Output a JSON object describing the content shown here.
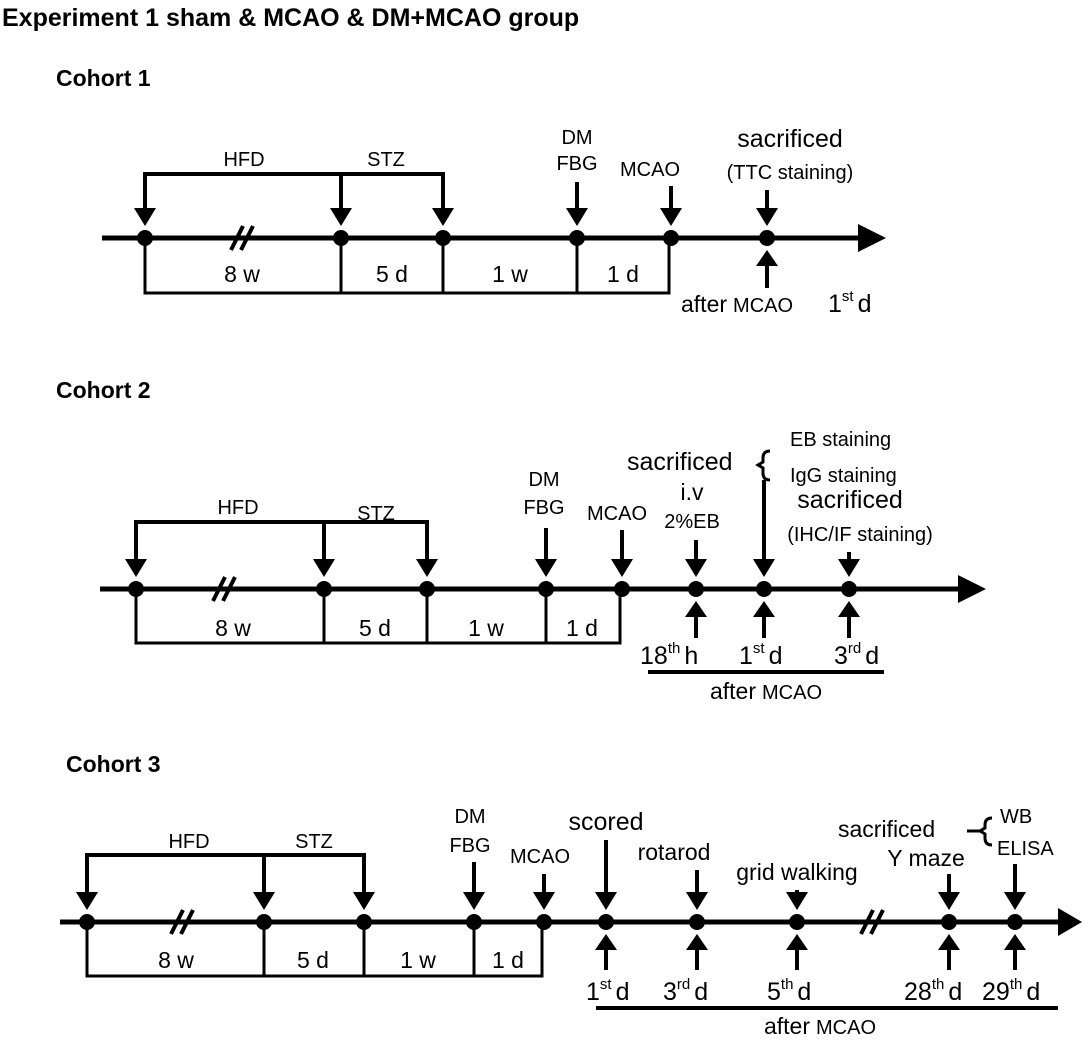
{
  "title": "Experiment 1 sham & MCAO & DM+MCAO group",
  "cohorts": [
    {
      "name": "Cohort 1",
      "labels": {
        "hfd": "HFD",
        "stz": "STZ",
        "dm": "DM",
        "fbg": "FBG",
        "mcao": "MCAO",
        "sacrificed": "sacrificed",
        "ttc": "(TTC staining)"
      },
      "intervals": [
        "8 w",
        "5 d",
        "1 w",
        "1 d"
      ],
      "after": "after",
      "after_mcao": "MCAO",
      "time_points": [
        {
          "n": "1",
          "sup": "st",
          "u": "d"
        }
      ]
    },
    {
      "name": "Cohort 2",
      "labels": {
        "hfd": "HFD",
        "stz": "STZ",
        "dm": "DM",
        "fbg": "FBG",
        "mcao": "MCAO",
        "sacrificed1": "sacrificed",
        "eb_staining": "EB staining",
        "igg_staining": "IgG staining",
        "iv": "i.v",
        "eb": "2%EB",
        "sacrificed2": "sacrificed",
        "ihc": "(IHC/IF staining)"
      },
      "intervals": [
        "8 w",
        "5 d",
        "1 w",
        "1 d"
      ],
      "after": "after",
      "after_mcao": "MCAO",
      "time_points": [
        {
          "n": "18",
          "sup": "th",
          "u": "h"
        },
        {
          "n": "1",
          "sup": "st",
          "u": "d"
        },
        {
          "n": "3",
          "sup": "rd",
          "u": "d"
        }
      ]
    },
    {
      "name": "Cohort 3",
      "labels": {
        "hfd": "HFD",
        "stz": "STZ",
        "dm": "DM",
        "fbg": "FBG",
        "mcao": "MCAO",
        "scored": "scored",
        "rotarod": "rotarod",
        "grid": "grid walking",
        "sacrificed": "sacrificed",
        "ymaze": "Y maze",
        "wb": "WB",
        "elisa": "ELISA"
      },
      "intervals": [
        "8 w",
        "5 d",
        "1 w",
        "1 d"
      ],
      "after": "after",
      "after_mcao": "MCAO",
      "time_points": [
        {
          "n": "1",
          "sup": "st",
          "u": "d"
        },
        {
          "n": "3",
          "sup": "rd",
          "u": "d"
        },
        {
          "n": "5",
          "sup": "th",
          "u": "d"
        },
        {
          "n": "28",
          "sup": "th",
          "u": "d"
        },
        {
          "n": "29",
          "sup": "th",
          "u": "d"
        }
      ]
    }
  ]
}
